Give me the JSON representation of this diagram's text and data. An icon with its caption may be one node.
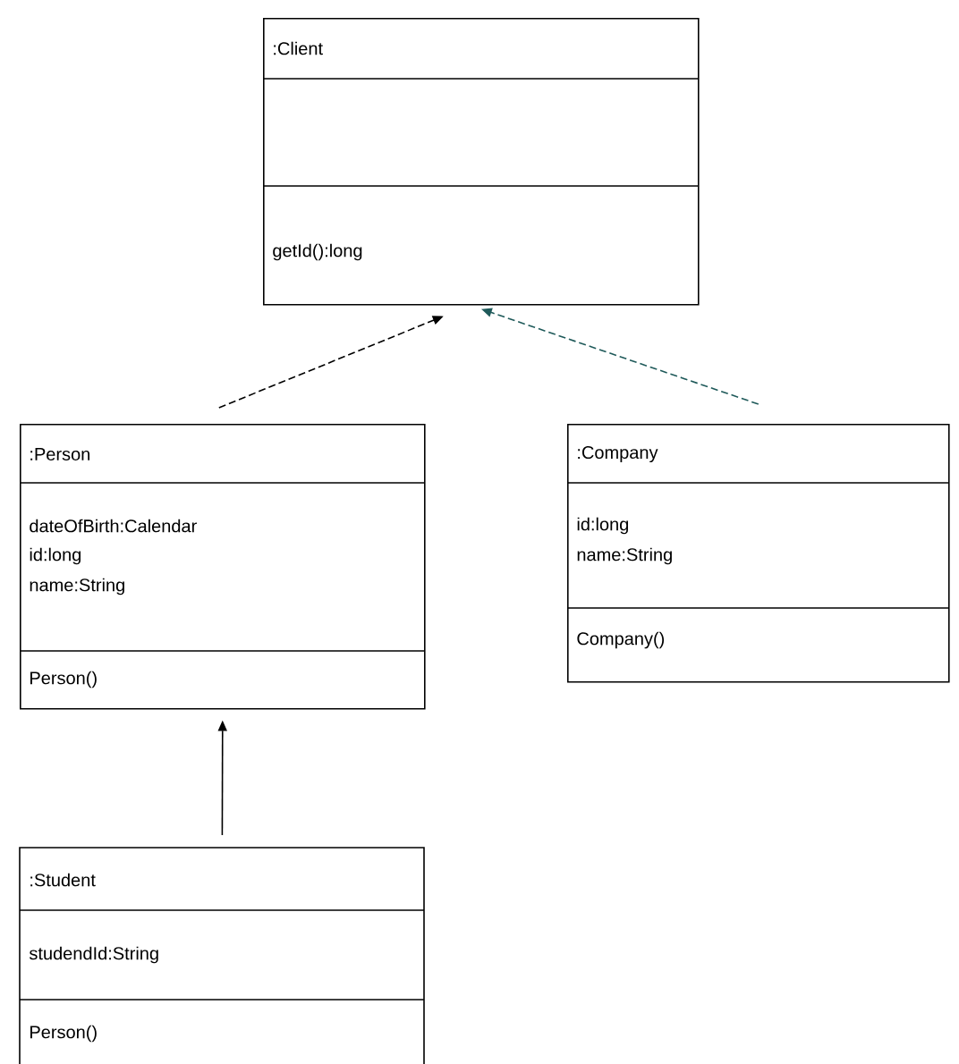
{
  "diagram": {
    "nodes": [
      {
        "text": [
          ":Client",
          "getId():long"
        ]
      },
      {
        "text": [
          ":Person",
          "dateOfBirth:Calendar",
          "id:long",
          "name:String",
          "Person()"
        ]
      },
      {
        "text": [
          ":Company",
          "id:long",
          "name:String",
          "Company()"
        ]
      },
      {
        "text": [
          ":Student",
          "studendId:String",
          "Person()"
        ]
      }
    ],
    "edges": [
      {
        "from": 1,
        "to": 0,
        "arrow": "to",
        "style": "dashed"
      },
      {
        "from": 2,
        "to": 0,
        "arrow": "to",
        "style": "dashed",
        "color": "#1f5a5a"
      },
      {
        "from": 3,
        "to": 1,
        "arrow": "to"
      }
    ]
  }
}
